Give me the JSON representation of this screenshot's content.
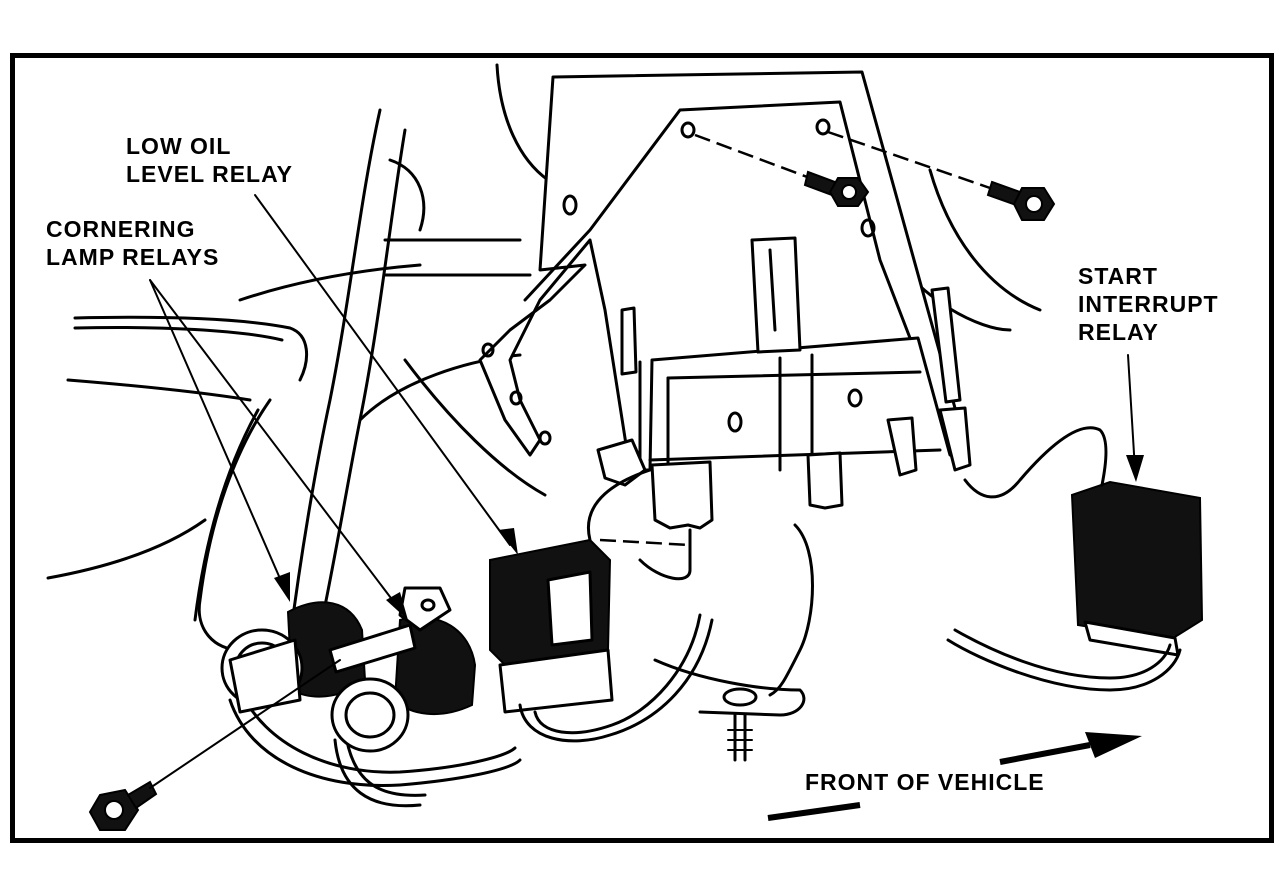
{
  "labels": {
    "low_oil_level_relay": [
      "LOW OIL",
      "LEVEL RELAY"
    ],
    "cornering_lamp_relays": [
      "CORNERING",
      "LAMP RELAYS"
    ],
    "start_interrupt_relay": [
      "START",
      "INTERRUPT",
      "RELAY"
    ],
    "front_of_vehicle": "FRONT OF VEHICLE"
  },
  "colors": {
    "ink": "#000000",
    "paper": "#ffffff"
  }
}
